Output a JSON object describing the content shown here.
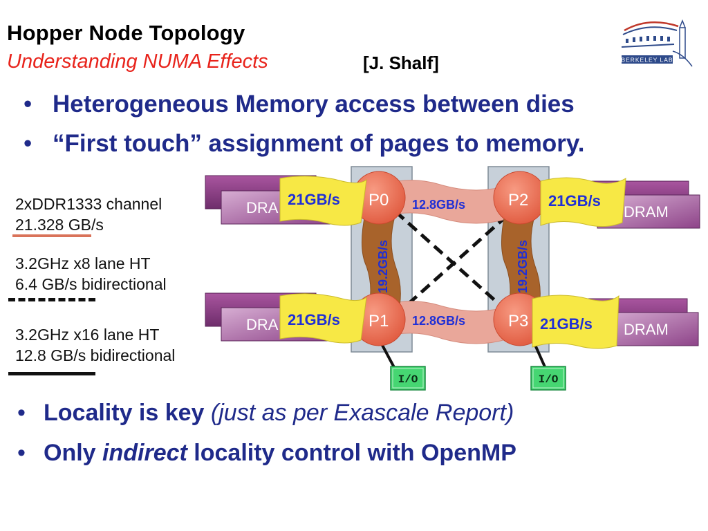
{
  "header": {
    "title": "Hopper Node Topology",
    "subtitle": "Understanding NUMA Effects",
    "attribution": "[J. Shalf]",
    "logo_text": "BERKELEY LAB"
  },
  "top_bullets": [
    "Heterogeneous Memory access between dies",
    "“First touch” assignment of pages to memory."
  ],
  "bottom_bullets": {
    "item1": {
      "bold": "Locality is key ",
      "italic": "(just as per Exascale Report)"
    },
    "item2": {
      "pre": "Only ",
      "italic": "indirect",
      "post": " locality control with OpenMP"
    }
  },
  "legend": [
    {
      "line1": "2xDDR1333 channel",
      "line2": "21.328 GB/s",
      "line_style": "solid",
      "color": "#d9735a"
    },
    {
      "line1": "3.2GHz x8 lane HT",
      "line2": "6.4 GB/s bidirectional",
      "line_style": "dashed",
      "color": "#111111"
    },
    {
      "line1": "3.2GHz x16 lane HT",
      "line2": "12.8 GB/s bidirectional",
      "line_style": "solid",
      "color": "#111111"
    }
  ],
  "diagram": {
    "processors": [
      "P0",
      "P1",
      "P2",
      "P3"
    ],
    "dram_label_left": "DRA",
    "dram_label_right": "DRAM",
    "dram_bandwidth": "21GB/s",
    "ht_x16_bandwidth": "12.8GB/s",
    "vertical_bandwidth": "19.2GB/s",
    "io_label": "I/O"
  },
  "colors": {
    "title": "#000000",
    "subtitle": "#e8231b",
    "bullet_text": "#1f2a8a",
    "dram_box": "#8a3d86",
    "processor": "#ee6a52",
    "yellow_link": "#f7e845",
    "salmon_link": "#e9a79a",
    "brown_link": "#a8632b",
    "die_box": "#c7d0d9",
    "io_box": "#46d672"
  }
}
